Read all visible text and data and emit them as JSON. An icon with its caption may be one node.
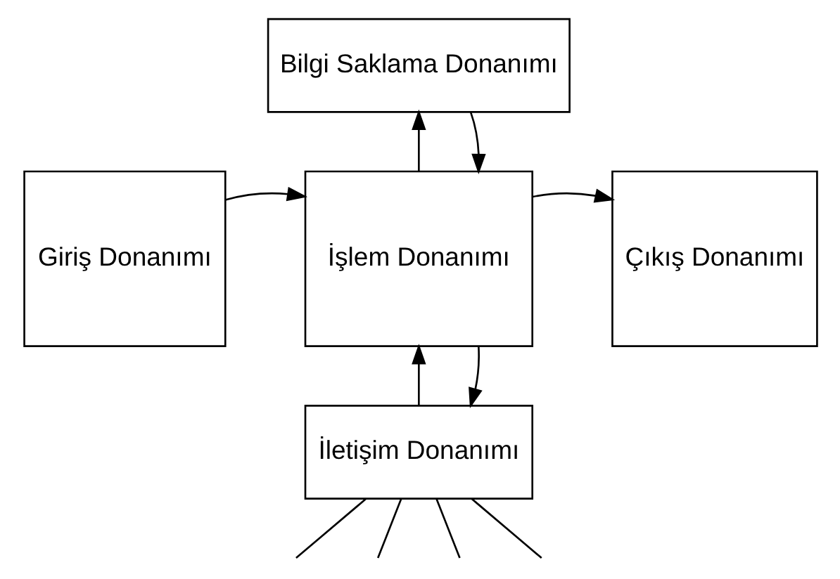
{
  "diagram": {
    "nodes": [
      {
        "text": [
          "Bilgi Saklama Donanımı"
        ]
      },
      {
        "text": [
          "Giriş Donanımı"
        ]
      },
      {
        "text": [
          "İşlem Donanımı"
        ]
      },
      {
        "text": [
          "Çıkış Donanımı"
        ]
      },
      {
        "text": [
          "İletişim Donanımı"
        ]
      }
    ],
    "edges": [
      {
        "from": 1,
        "to": 2,
        "arrow": "to"
      },
      {
        "from": 2,
        "to": 3,
        "arrow": "to"
      },
      {
        "from": 2,
        "to": 0,
        "arrow": "to"
      },
      {
        "from": 0,
        "to": 2,
        "arrow": "to"
      },
      {
        "from": 4,
        "to": 2,
        "arrow": "to"
      },
      {
        "from": 2,
        "to": 4,
        "arrow": "to"
      },
      {
        "from": 4,
        "to": null,
        "arrow": "none"
      },
      {
        "from": 4,
        "to": null,
        "arrow": "none"
      },
      {
        "from": 4,
        "to": null,
        "arrow": "none"
      },
      {
        "from": 4,
        "to": null,
        "arrow": "none"
      }
    ]
  }
}
